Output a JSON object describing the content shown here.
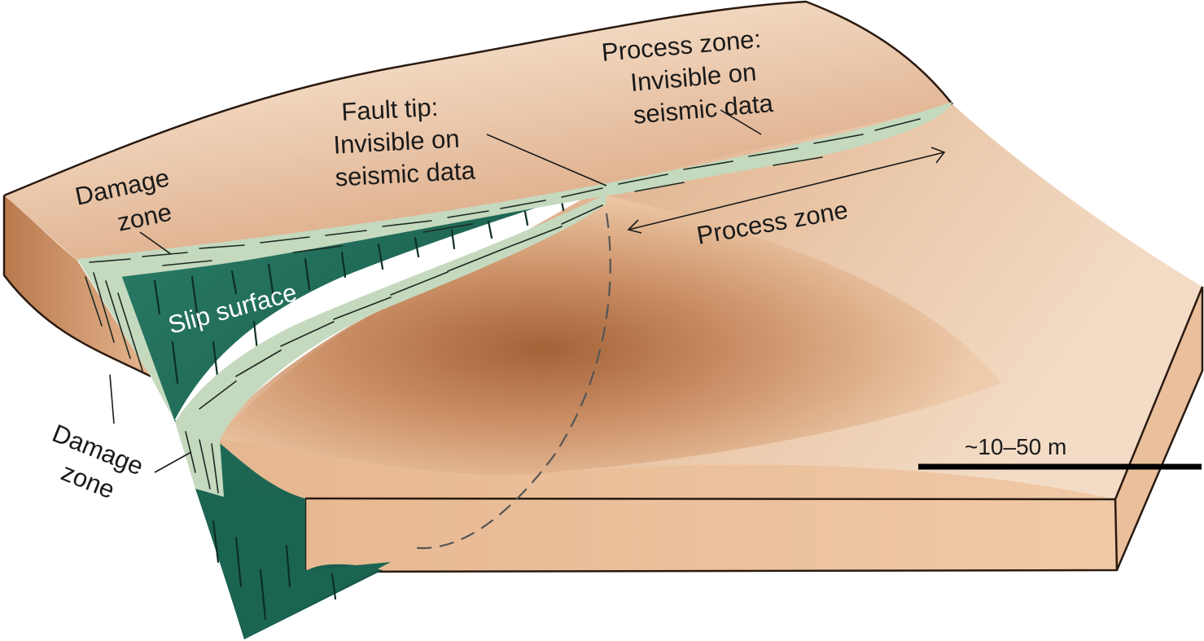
{
  "labels": {
    "damage_zone_top": [
      "Damage",
      "zone"
    ],
    "damage_zone_bottom": [
      "Damage",
      "zone"
    ],
    "fault_tip": [
      "Fault tip:",
      "Invisible on",
      "seismic data"
    ],
    "process_zone_top": [
      "Process zone:",
      "Invisible on",
      "seismic data"
    ],
    "process_zone_arrow": "Process zone",
    "slip_surface": "Slip surface",
    "scale": "~10–50 m"
  },
  "colors": {
    "top_light": "#fbf3ea",
    "top_mid": "#e2b38f",
    "top_dark": "#a0582a",
    "side_face": "#eec09b",
    "side_face_dark": "#c9895c",
    "damage_zone": "#c5d9bf",
    "slip_surface": "#1f6b58",
    "slip_surface_dark": "#0f4a3c",
    "text": "#1a1a1a",
    "scale_bar": "#000000"
  }
}
